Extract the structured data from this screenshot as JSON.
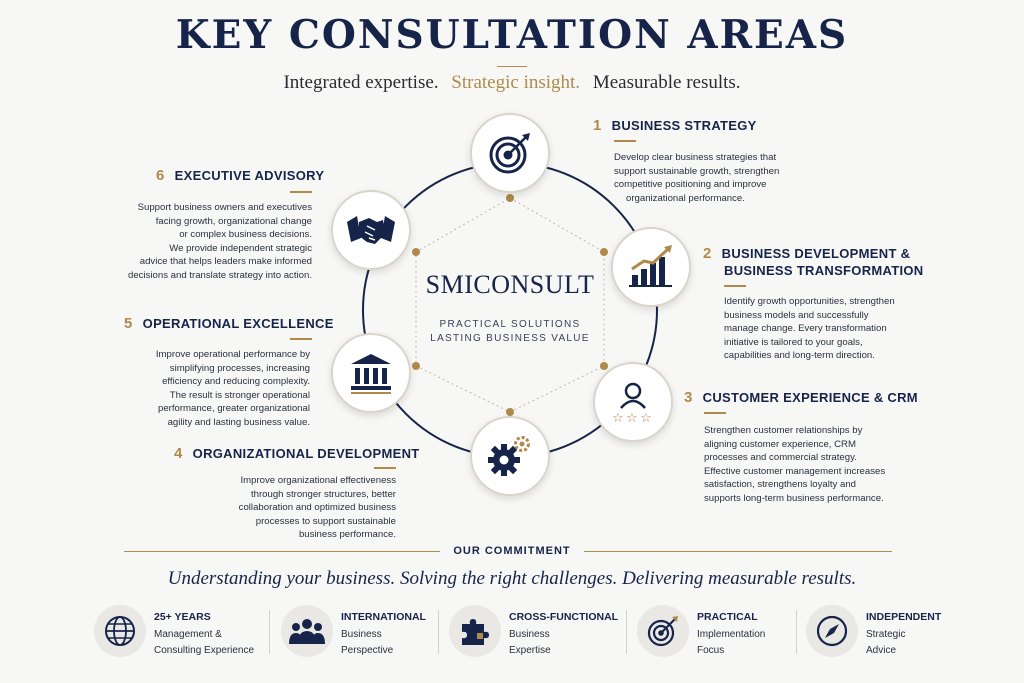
{
  "header": {
    "title": "KEY CONSULTATION AREAS",
    "subtitle_part1": "Integrated expertise.",
    "subtitle_part2": "Strategic insight.",
    "subtitle_part3": "Measurable results."
  },
  "center": {
    "name": "SMICONSULT",
    "tagline_line1": "PRACTICAL SOLUTIONS",
    "tagline_line2": "LASTING BUSINESS VALUE"
  },
  "areas": [
    {
      "number": "1",
      "title_line1": "BUSINESS STRATEGY",
      "title_line2": "",
      "icon": "target-arrow-icon",
      "desc_lines": [
        "Develop clear business strategies that",
        "support sustainable growth, strengthen",
        "competitive positioning and improve",
        "organizational performance."
      ]
    },
    {
      "number": "2",
      "title_line1": "BUSINESS DEVELOPMENT &",
      "title_line2": "BUSINESS TRANSFORMATION",
      "icon": "growth-chart-icon",
      "desc_lines": [
        "Identify growth opportunities, strengthen",
        "business models and successfully",
        "manage change. Every transformation",
        "initiative is tailored to your goals,",
        "capabilities and long-term direction."
      ]
    },
    {
      "number": "3",
      "title_line1": "CUSTOMER EXPERIENCE & CRM",
      "title_line2": "",
      "icon": "customer-rating-icon",
      "desc_lines": [
        "Strengthen customer relationships by",
        "aligning customer experience, CRM",
        "processes and commercial strategy.",
        "Effective customer management increases",
        "satisfaction, strengthens loyalty and",
        "supports long-term business performance."
      ]
    },
    {
      "number": "4",
      "title_line1": "ORGANIZATIONAL DEVELOPMENT",
      "title_line2": "",
      "icon": "gears-icon",
      "desc_lines": [
        "Improve organizational effectiveness",
        "through stronger structures, better",
        "collaboration and optimized business",
        "processes to support sustainable",
        "business performance."
      ]
    },
    {
      "number": "5",
      "title_line1": "OPERATIONAL EXCELLENCE",
      "title_line2": "",
      "icon": "institution-icon",
      "desc_lines": [
        "Improve operational performance by",
        "simplifying processes, increasing",
        "efficiency and reducing complexity.",
        "The result is stronger operational",
        "performance, greater organizational",
        "agility and lasting business value."
      ]
    },
    {
      "number": "6",
      "title_line1": "EXECUTIVE ADVISORY",
      "title_line2": "",
      "icon": "handshake-icon",
      "desc_lines": [
        "Support business owners and executives",
        "facing growth, organizational change",
        "or complex business decisions.",
        "We provide independent strategic",
        "advice that helps leaders make informed",
        "decisions and translate strategy into action."
      ]
    }
  ],
  "commitment": {
    "label": "OUR COMMITMENT",
    "statement": "Understanding your business. Solving the right challenges. Delivering measurable results."
  },
  "features": [
    {
      "icon": "globe-icon",
      "title": "25+ YEARS",
      "line1": "Management &",
      "line2": "Consulting Experience"
    },
    {
      "icon": "people-group-icon",
      "title": "INTERNATIONAL",
      "line1": "Business",
      "line2": "Perspective"
    },
    {
      "icon": "puzzle-icon",
      "title": "CROSS-FUNCTIONAL",
      "line1": "Business",
      "line2": "Expertise"
    },
    {
      "icon": "target-arrow-icon",
      "title": "PRACTICAL",
      "line1": "Implementation",
      "line2": "Focus"
    },
    {
      "icon": "compass-icon",
      "title": "INDEPENDENT",
      "line1": "Strategic",
      "line2": "Advice"
    }
  ],
  "colors": {
    "navy": "#17244a",
    "gold": "#b08a4a",
    "background": "#f7f7f5"
  }
}
